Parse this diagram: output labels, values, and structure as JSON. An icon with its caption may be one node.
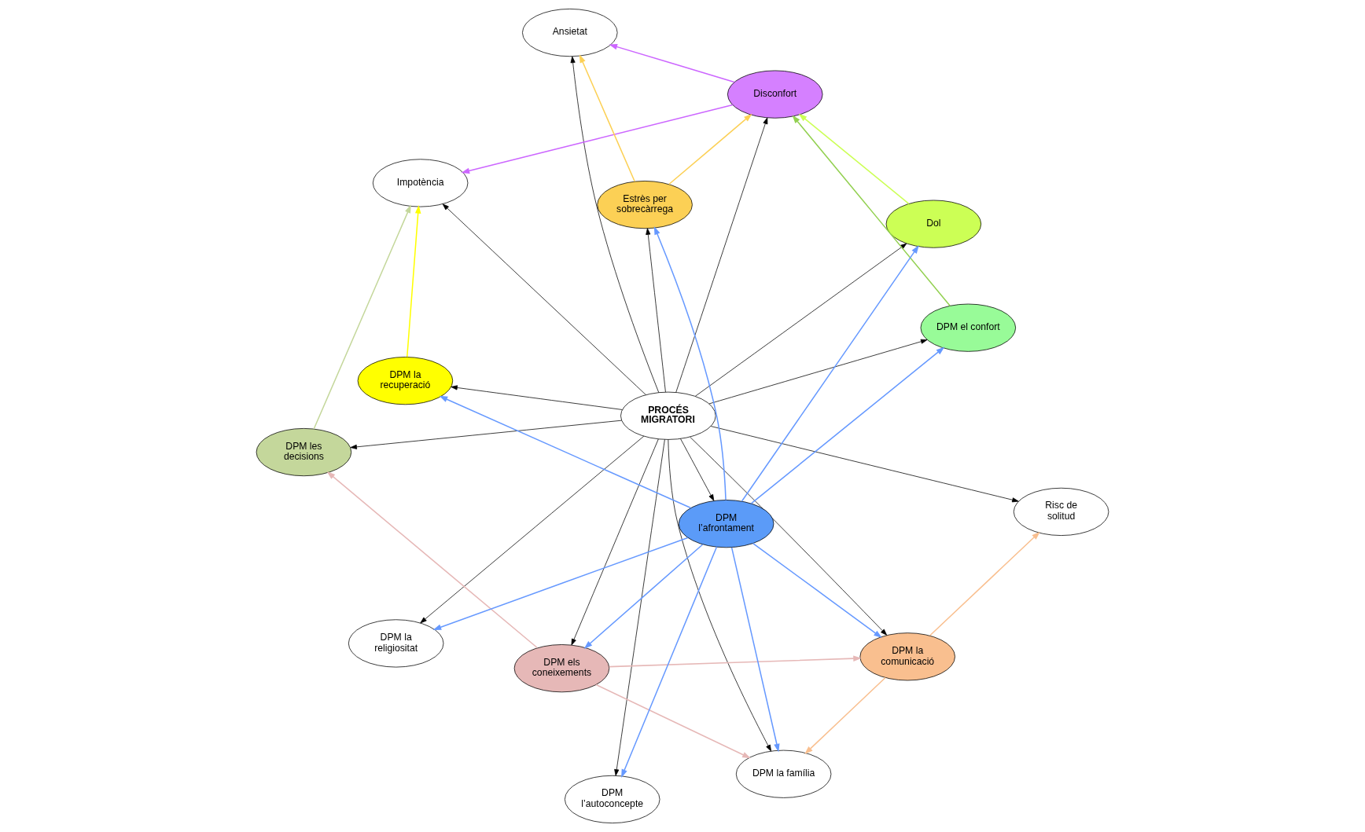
{
  "diagram": {
    "nodes": [
      {
        "text": [
          "PROCÉS MIGRATORI"
        ]
      },
      {
        "text": [
          "DPM el confort"
        ]
      },
      {
        "text": [
          "DPM els coneixements"
        ]
      },
      {
        "text": [
          "DPM les decisions"
        ]
      },
      {
        "text": [
          "Disconfort"
        ]
      },
      {
        "text": [
          "DPM la comunicació"
        ]
      },
      {
        "text": [
          "DPM la religiositat"
        ]
      },
      {
        "text": [
          "Risc de solitud"
        ]
      },
      {
        "text": [
          "DPM la recuperació"
        ]
      },
      {
        "text": [
          "Impotència"
        ]
      },
      {
        "text": [
          "DPM l’autoconcepte"
        ]
      },
      {
        "text": [
          "DPM l’afrontament"
        ]
      },
      {
        "text": [
          "Dol"
        ]
      },
      {
        "text": [
          "Estrès per sobrecàrrega"
        ]
      },
      {
        "text": [
          "Ansietat"
        ]
      },
      {
        "text": [
          "DPM la família"
        ]
      }
    ],
    "edges": [
      {
        "from": 0,
        "to": 1,
        "arrow": "to"
      },
      {
        "from": 0,
        "to": 2,
        "arrow": "to"
      },
      {
        "from": 0,
        "to": 3,
        "arrow": "to"
      },
      {
        "from": 0,
        "to": 4,
        "arrow": "to"
      },
      {
        "from": 0,
        "to": 5,
        "arrow": "to"
      },
      {
        "from": 0,
        "to": 6,
        "arrow": "to"
      },
      {
        "from": 0,
        "to": 7,
        "arrow": "to"
      },
      {
        "from": 0,
        "to": 8,
        "arrow": "to"
      },
      {
        "from": 0,
        "to": 9,
        "arrow": "to"
      },
      {
        "from": 0,
        "to": 10,
        "arrow": "to"
      },
      {
        "from": 0,
        "to": 11,
        "arrow": "to"
      },
      {
        "from": 0,
        "to": 12,
        "arrow": "to"
      },
      {
        "from": 0,
        "to": 13,
        "arrow": "to"
      },
      {
        "from": 0,
        "to": 14,
        "arrow": "to"
      },
      {
        "from": 0,
        "to": 15,
        "arrow": "to"
      },
      {
        "from": 1,
        "to": 4,
        "arrow": "to",
        "color": "#92d050"
      },
      {
        "from": 2,
        "to": 3,
        "arrow": "to",
        "color": "#e6b8b7"
      },
      {
        "from": 2,
        "to": 5,
        "arrow": "to",
        "color": "#e6b8b7"
      },
      {
        "from": 2,
        "to": 15,
        "arrow": "to",
        "color": "#e6b8b7"
      },
      {
        "from": 4,
        "to": 9,
        "arrow": "to",
        "color": "#cc66ff"
      },
      {
        "from": 4,
        "to": 14,
        "arrow": "to",
        "color": "#cc66ff"
      },
      {
        "from": 3,
        "to": 9,
        "arrow": "to",
        "color": "#c4d79b"
      },
      {
        "from": 5,
        "to": 7,
        "arrow": "to",
        "color": "#f9bf8f"
      },
      {
        "from": 5,
        "to": 15,
        "arrow": "to",
        "color": "#f9bf8f"
      },
      {
        "from": 8,
        "to": 9,
        "arrow": "to",
        "color": "#ffff00"
      },
      {
        "from": 11,
        "to": 8,
        "arrow": "to",
        "color": "#6699ff"
      },
      {
        "from": 11,
        "to": 6,
        "arrow": "to",
        "color": "#6699ff"
      },
      {
        "from": 11,
        "to": 1,
        "arrow": "to",
        "color": "#6699ff"
      },
      {
        "from": 11,
        "to": 2,
        "arrow": "to",
        "color": "#6699ff"
      },
      {
        "from": 11,
        "to": 5,
        "arrow": "to",
        "color": "#6699ff"
      },
      {
        "from": 11,
        "to": 10,
        "arrow": "to",
        "color": "#6699ff"
      },
      {
        "from": 11,
        "to": 15,
        "arrow": "to",
        "color": "#6699ff"
      },
      {
        "from": 11,
        "to": 13,
        "arrow": "to",
        "color": "#6699ff"
      },
      {
        "from": 11,
        "to": 12,
        "arrow": "to",
        "color": "#6699ff"
      },
      {
        "from": 12,
        "to": 4,
        "arrow": "to",
        "color": "#ccff55"
      },
      {
        "from": 13,
        "to": 4,
        "arrow": "to",
        "color": "#fcd055"
      },
      {
        "from": 13,
        "to": 14,
        "arrow": "to",
        "color": "#fcd055"
      }
    ]
  }
}
